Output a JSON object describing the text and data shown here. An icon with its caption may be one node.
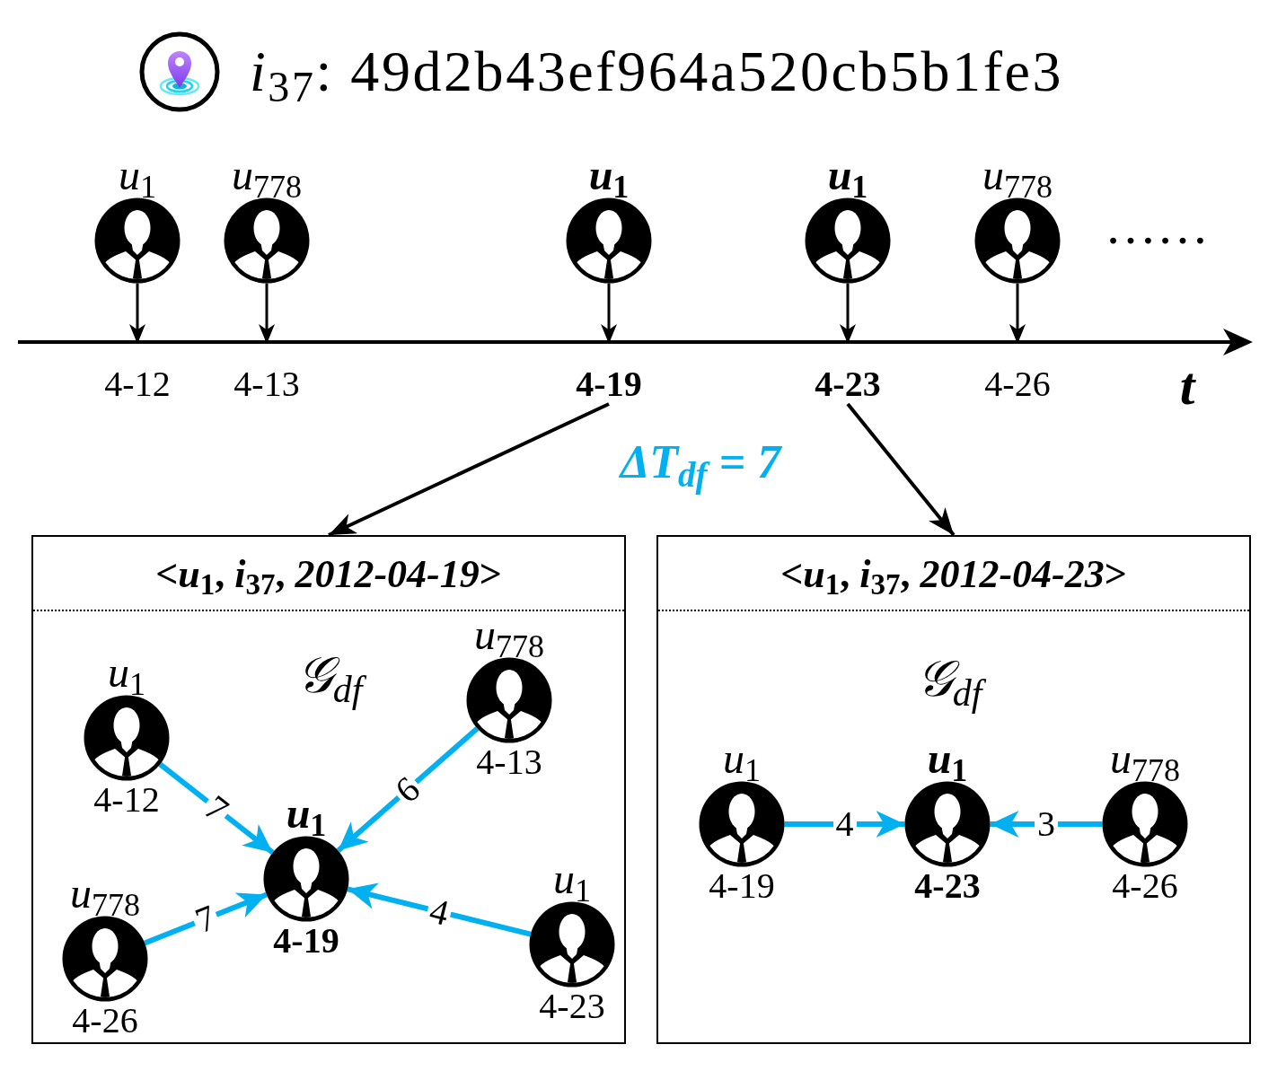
{
  "diagram": {
    "title": "*i*$_{37}$: 49d2b43ef964a520cb5b1fe3",
    "nodes": [
      {
        "text": [
          "*u*$_{1}$"
        ]
      },
      {
        "text": [
          "*u*$_{778}$"
        ]
      },
      {
        "text": [
          "*u*$_{1}$"
        ]
      },
      {
        "text": [
          "*u*$_{1}$"
        ]
      },
      {
        "text": [
          "*u*$_{778}$"
        ]
      },
      {
        "text": [
          "4-12"
        ]
      },
      {
        "text": [
          "4-13"
        ]
      },
      {
        "text": [
          "4-19"
        ]
      },
      {
        "text": [
          "4-23"
        ]
      },
      {
        "text": [
          "4-26"
        ]
      },
      {
        "text": [
          "<*u*$_{1}$, *i*$_{37}$, *2012-04-19*>",
          "𝒢$_{df}$"
        ]
      },
      {
        "text": [
          "*u*$_{1}$",
          "4-12"
        ],
        "in": 10
      },
      {
        "text": [
          "*u*$_{778}$",
          "4-13"
        ],
        "in": 10
      },
      {
        "text": [
          "*u*$_{1}$",
          "4-19"
        ],
        "in": 10
      },
      {
        "text": [
          "*u*$_{778}$",
          "4-26"
        ],
        "in": 10
      },
      {
        "text": [
          "*u*$_{1}$",
          "4-23"
        ],
        "in": 10
      },
      {
        "text": [
          "<*u*$_{1}$, *i*$_{37}$, *2012-04-23*>",
          "𝒢$_{df}$"
        ]
      },
      {
        "text": [
          "*u*$_{1}$",
          "4-19"
        ],
        "in": 16
      },
      {
        "text": [
          "*u*$_{1}$",
          "4-23"
        ],
        "in": 16
      },
      {
        "text": [
          "*u*$_{778}$",
          "4-26"
        ],
        "in": 16
      }
    ],
    "edges": [
      {
        "from": 0,
        "to": 5,
        "arrow": "to"
      },
      {
        "from": 1,
        "to": 6,
        "arrow": "to"
      },
      {
        "from": 2,
        "to": 7,
        "arrow": "to"
      },
      {
        "from": 3,
        "to": 8,
        "arrow": "to"
      },
      {
        "from": 4,
        "to": 9,
        "arrow": "to"
      },
      {
        "from": 7,
        "to": 10,
        "arrow": "to"
      },
      {
        "from": 8,
        "to": 16,
        "arrow": "to"
      },
      {
        "from": 11,
        "to": 13,
        "arrow": "to",
        "label": "7",
        "color": "#00b0f0"
      },
      {
        "from": 12,
        "to": 13,
        "arrow": "to",
        "label": "6",
        "color": "#00b0f0"
      },
      {
        "from": 14,
        "to": 13,
        "arrow": "to",
        "label": "7",
        "color": "#00b0f0"
      },
      {
        "from": 15,
        "to": 13,
        "arrow": "to",
        "label": "4",
        "color": "#00b0f0"
      },
      {
        "from": 17,
        "to": 18,
        "arrow": "to",
        "label": "4",
        "color": "#00b0f0"
      },
      {
        "from": 19,
        "to": 18,
        "arrow": "to",
        "label": "3",
        "color": "#00b0f0"
      }
    ],
    "labels": [
      "……",
      "t",
      "ΔT$_{df}$ = 7"
    ]
  }
}
